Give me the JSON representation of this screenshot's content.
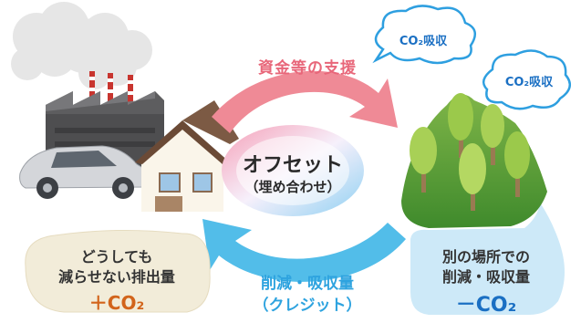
{
  "support_label": "資金等の支援",
  "center": {
    "title": "オフセット",
    "subtitle": "（埋め合わせ）"
  },
  "left_box": {
    "line1": "どうしても",
    "line2": "減らせない排出量",
    "value": "＋CO₂"
  },
  "right_box": {
    "line1": "別の場所での",
    "line2": "削減・吸収量",
    "value": "－CO₂"
  },
  "credit_label": {
    "line1": "削減・吸収量",
    "line2": "（クレジット）"
  },
  "bubbles": [
    {
      "text": "CO₂吸収"
    },
    {
      "text": "CO₂吸収"
    }
  ],
  "colors": {
    "support_arrow": "#ef8a96",
    "credit_arrow": "#52bde9",
    "emission_box": "#f2ecd9",
    "absorption_box": "#cde9f8",
    "forest": "#6ba63a",
    "bubble_outline": "#2e9fe0"
  }
}
